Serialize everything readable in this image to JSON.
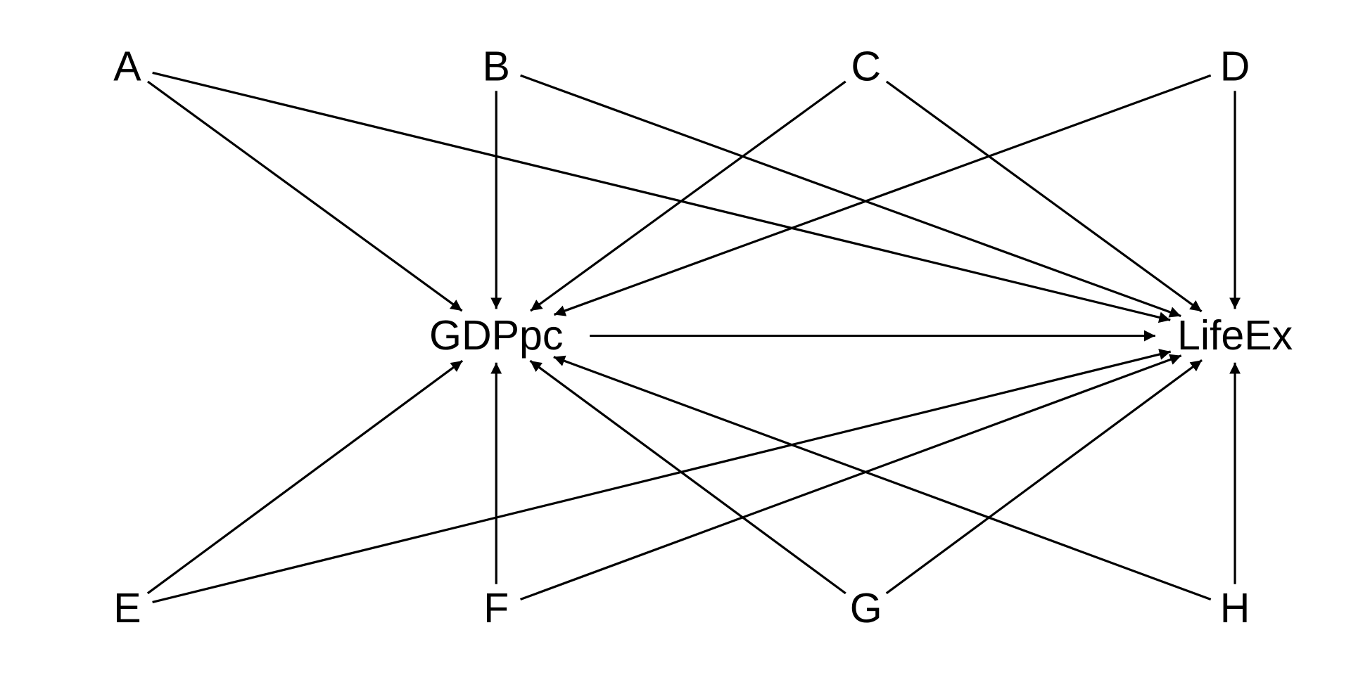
{
  "nodes": [
    {
      "id": "A",
      "label": "A"
    },
    {
      "id": "B",
      "label": "B"
    },
    {
      "id": "C",
      "label": "C"
    },
    {
      "id": "D",
      "label": "D"
    },
    {
      "id": "GDPpc",
      "label": "GDPpc"
    },
    {
      "id": "LifeEx",
      "label": "LifeEx"
    },
    {
      "id": "E",
      "label": "E"
    },
    {
      "id": "F",
      "label": "F"
    },
    {
      "id": "G",
      "label": "G"
    },
    {
      "id": "H",
      "label": "H"
    }
  ],
  "edges": [
    {
      "from": "A",
      "to": "GDPpc"
    },
    {
      "from": "A",
      "to": "LifeEx"
    },
    {
      "from": "B",
      "to": "GDPpc"
    },
    {
      "from": "B",
      "to": "LifeEx"
    },
    {
      "from": "C",
      "to": "GDPpc"
    },
    {
      "from": "C",
      "to": "LifeEx"
    },
    {
      "from": "D",
      "to": "GDPpc"
    },
    {
      "from": "D",
      "to": "LifeEx"
    },
    {
      "from": "GDPpc",
      "to": "LifeEx"
    },
    {
      "from": "E",
      "to": "GDPpc"
    },
    {
      "from": "E",
      "to": "LifeEx"
    },
    {
      "from": "F",
      "to": "GDPpc"
    },
    {
      "from": "F",
      "to": "LifeEx"
    },
    {
      "from": "G",
      "to": "GDPpc"
    },
    {
      "from": "G",
      "to": "LifeEx"
    },
    {
      "from": "H",
      "to": "GDPpc"
    },
    {
      "from": "H",
      "to": "LifeEx"
    }
  ]
}
